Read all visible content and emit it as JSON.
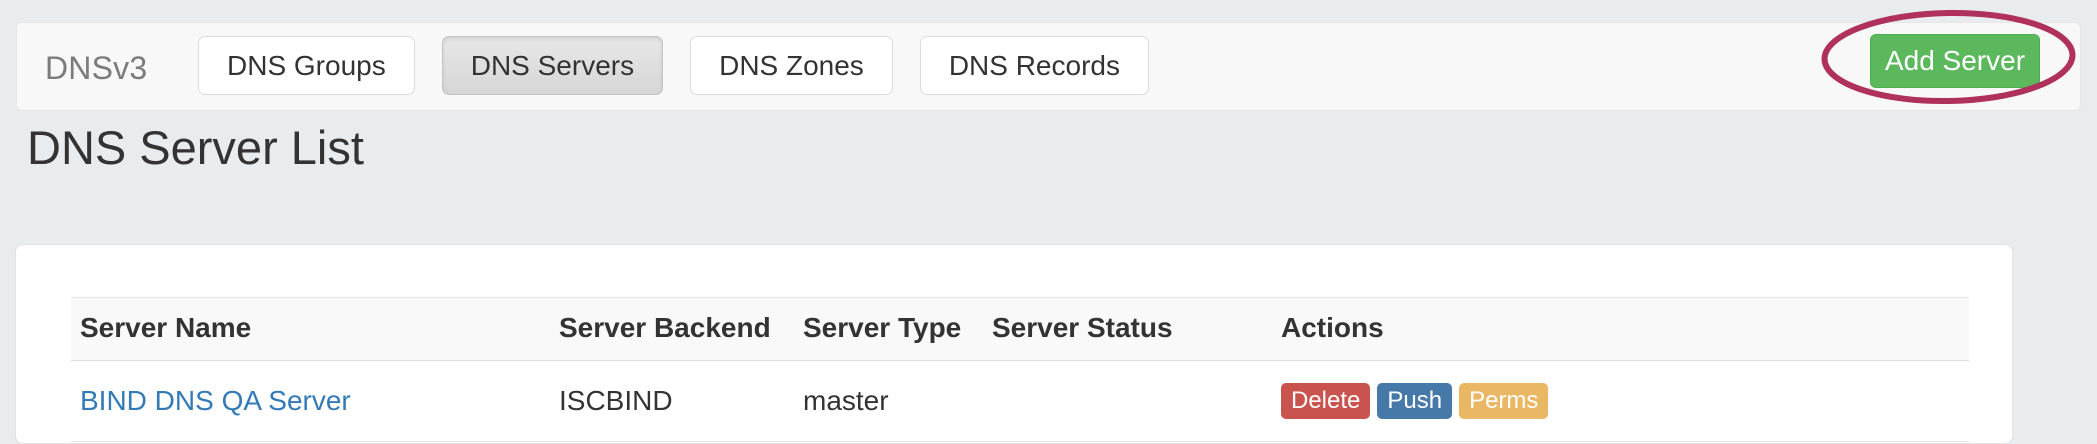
{
  "navbar": {
    "brand": "DNSv3",
    "tabs": [
      {
        "label": "DNS Groups",
        "active": false
      },
      {
        "label": "DNS Servers",
        "active": true
      },
      {
        "label": "DNS Zones",
        "active": false
      },
      {
        "label": "DNS Records",
        "active": false
      }
    ],
    "add_button": {
      "label": "Add Server",
      "color": "#5cb85c"
    }
  },
  "annotation": {
    "shape": "ellipse",
    "color": "#b0315c",
    "targets": "add-server-button"
  },
  "page": {
    "title": "DNS Server List",
    "background_color": "#e8ecef"
  },
  "table": {
    "columns": [
      "Server Name",
      "Server Backend",
      "Server Type",
      "Server Status",
      "Actions"
    ],
    "rows": [
      {
        "server_name": "BIND DNS QA Server",
        "server_backend": "ISCBIND",
        "server_type": "master",
        "server_status": "",
        "actions": [
          {
            "label": "Delete",
            "color": "#c9534f"
          },
          {
            "label": "Push",
            "color": "#4779a8"
          },
          {
            "label": "Perms",
            "color": "#eab765"
          }
        ]
      }
    ]
  }
}
